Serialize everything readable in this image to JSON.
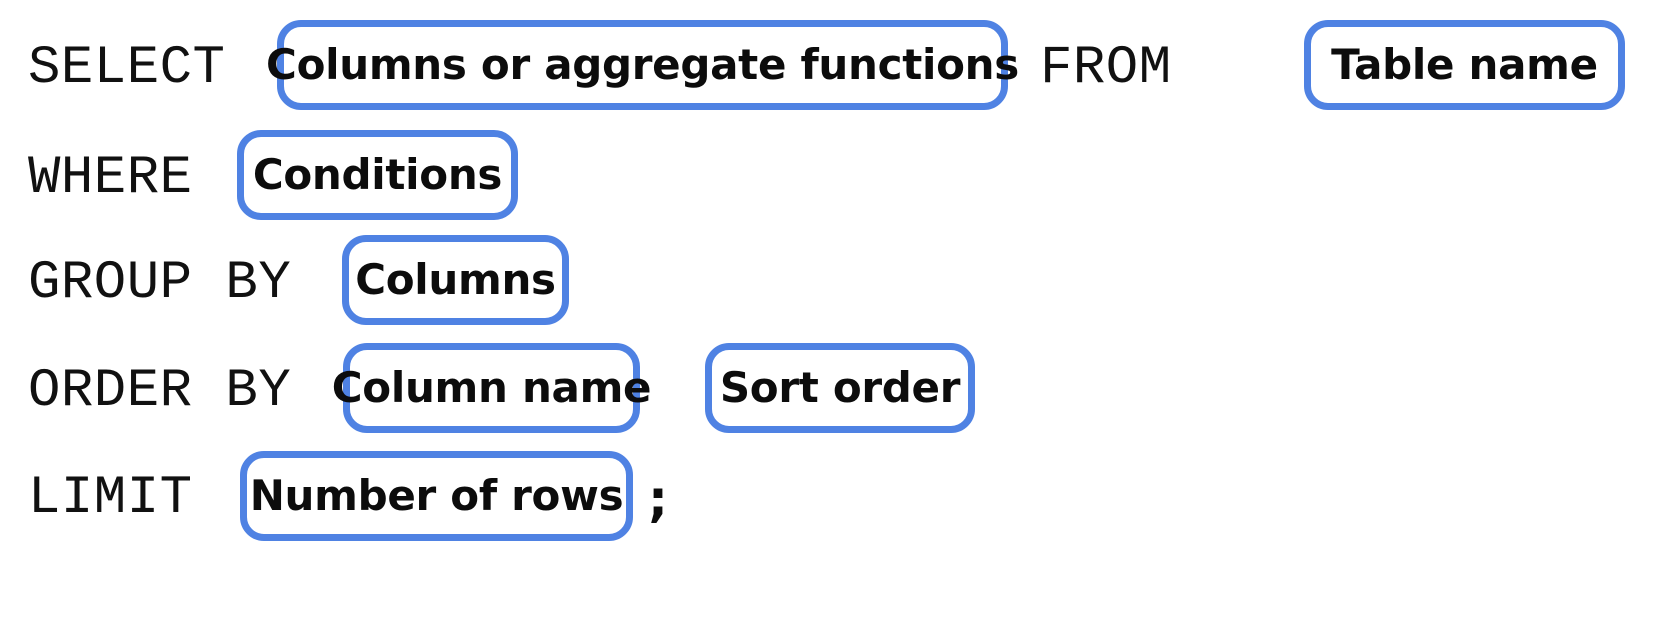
{
  "diagram": {
    "title": "SQL SELECT statement syntax template",
    "accent_color": "#4f82e3",
    "text_color": "#0c0c0c",
    "background_color": "#ffffff",
    "lines": [
      {
        "keyword": "SELECT",
        "slots": [
          {
            "label": "Columns or aggregate functions"
          }
        ],
        "trailing_keyword": "FROM",
        "trailing_slots": [
          {
            "label": "Table name"
          }
        ]
      },
      {
        "keyword": "WHERE",
        "slots": [
          {
            "label": "Conditions"
          }
        ]
      },
      {
        "keyword": "GROUP BY",
        "slots": [
          {
            "label": "Columns"
          }
        ]
      },
      {
        "keyword": "ORDER BY",
        "slots": [
          {
            "label": "Column name"
          },
          {
            "label": "Sort order"
          }
        ]
      },
      {
        "keyword": "LIMIT",
        "slots": [
          {
            "label": "Number of rows"
          }
        ],
        "terminator": ";"
      }
    ],
    "tokens": {
      "select": "SELECT",
      "from": "FROM",
      "where": "WHERE",
      "group_by": "GROUP BY",
      "order_by": "ORDER BY",
      "limit": "LIMIT",
      "semicolon": ";"
    },
    "slot_labels": {
      "columns_or_aggregates": "Columns or aggregate functions",
      "table_name": "Table name",
      "conditions": "Conditions",
      "columns": "Columns",
      "column_name": "Column name",
      "sort_order": "Sort order",
      "number_of_rows": "Number of rows"
    }
  }
}
